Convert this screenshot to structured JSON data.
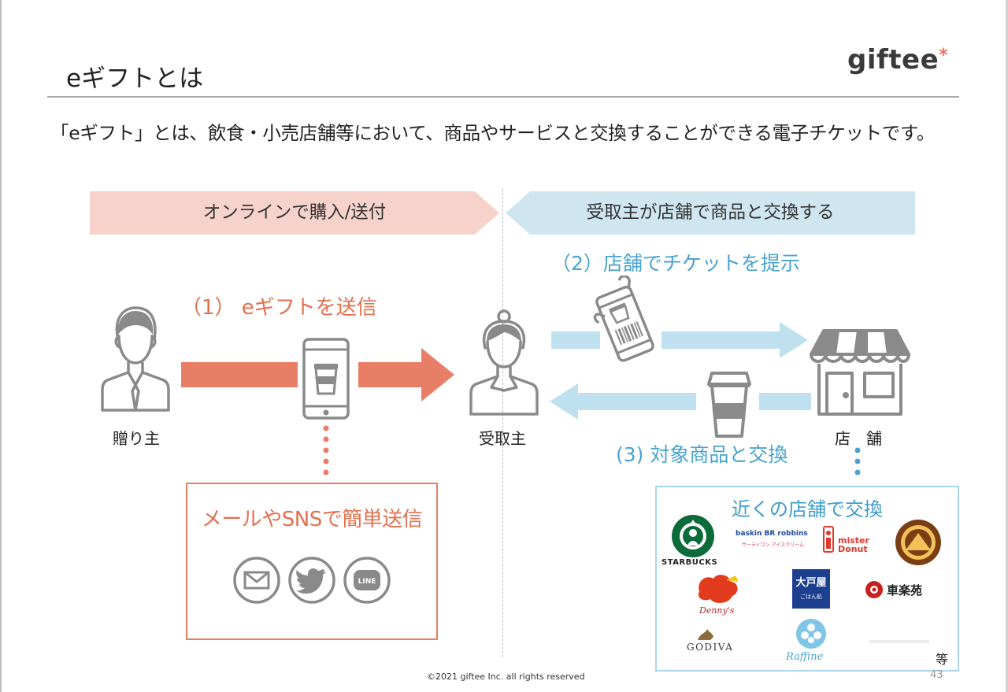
{
  "header": {
    "title": "eギフトとは",
    "logo_text": "giftee",
    "logo_mark": "*"
  },
  "lead_text": "「eギフト」とは、飲食・小売店舗等において、商品やサービスと交換することができる電子チケットです。",
  "banners": {
    "left": "オンラインで購入/送付",
    "right": "受取主が店舗で商品と交換する"
  },
  "steps": {
    "step1": "（1） eギフトを送信",
    "step2": "（2）店舗でチケットを提示",
    "step3": "(3) 対象商品と交換"
  },
  "people": {
    "sender": "贈り主",
    "receiver": "受取主",
    "store": "店　舗"
  },
  "send_box": {
    "title": "メールやSNSで簡単送信",
    "icons": [
      "mail-icon",
      "twitter-icon",
      "line-icon"
    ],
    "line_label": "LINE"
  },
  "store_box": {
    "title": "近くの店舗で交換",
    "brands": {
      "starbucks": "STARBUCKS",
      "baskin": "baskin BR robbins",
      "baskin_sub": "サーティワン アイスクリーム",
      "misterdonut_1": "mister",
      "misterdonut_2": "Donut",
      "dennys": "Denny's",
      "taiga": "大戸屋",
      "taiga_sub": "ごはん処",
      "shurakuen": "車楽苑",
      "godiva": "GODIVA",
      "raffine": "Raffine"
    },
    "etc": "等"
  },
  "footer": {
    "copyright": "©2021 giftee Inc. all rights reserved",
    "page_number": "43"
  },
  "colors": {
    "orange": "#e97e66",
    "blue": "#a9d6ec",
    "blue_text": "#4aa3cf",
    "icon_gray": "#8a8a8a"
  }
}
